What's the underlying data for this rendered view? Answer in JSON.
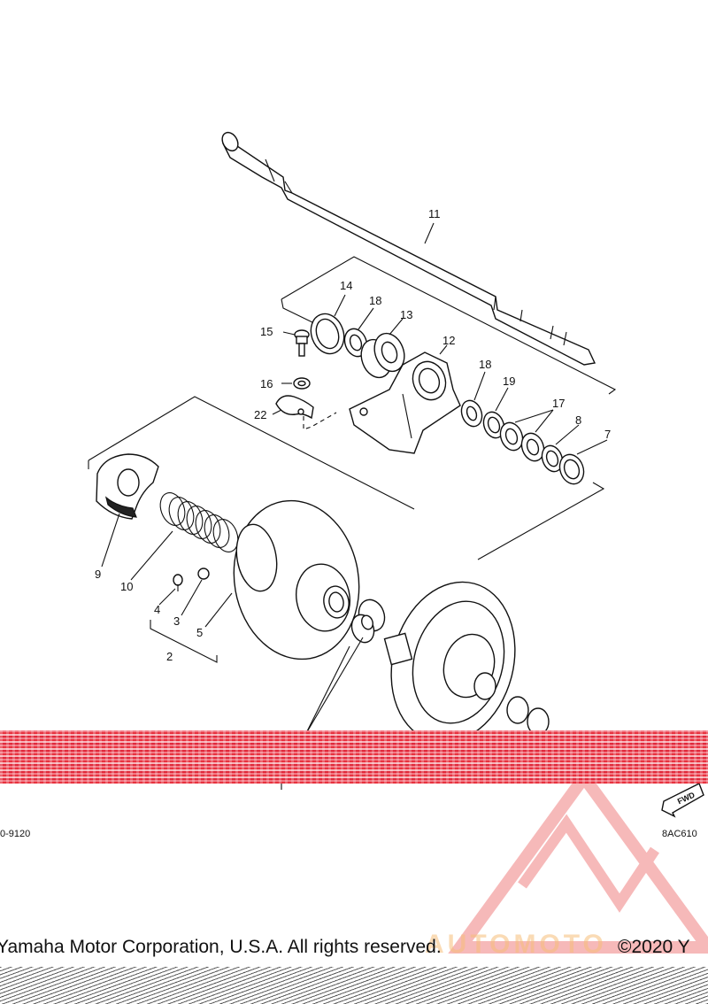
{
  "callouts": {
    "c1": "11",
    "c2": "14",
    "c3": "18",
    "c4": "13",
    "c5": "15",
    "c6": "12",
    "c7": "16",
    "c8": "22",
    "c9": "18",
    "c10": "19",
    "c11": "17",
    "c12": "8",
    "c13": "7",
    "c14": "9",
    "c15": "10",
    "c16": "4",
    "c17": "3",
    "c18": "5",
    "c19": "2"
  },
  "footer": {
    "code_left": "0-9120",
    "code_right": "8AC610",
    "copyright_left": "Yamaha Motor Corporation, U.S.A. All rights reserved.",
    "copyright_right": "©2020 Y",
    "watermark": "AUTOMOTO"
  },
  "icons": {
    "fwd": "FWD",
    "watermark_logo": "automoto-triangle-logo"
  },
  "colors": {
    "ink": "#111111",
    "scan_band": "#e8323f",
    "watermark": "#f08080"
  }
}
